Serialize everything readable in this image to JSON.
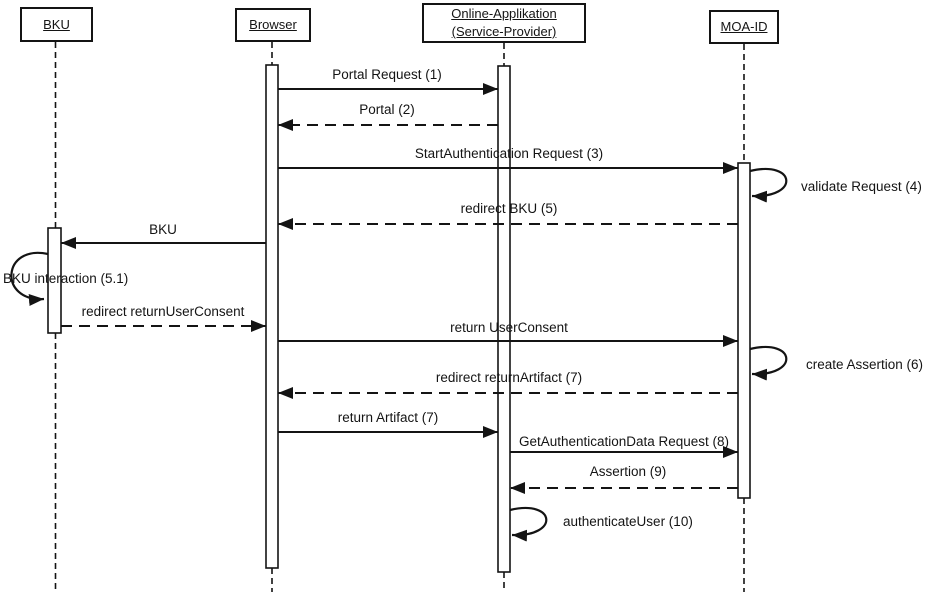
{
  "diagram_type": "uml-sequence-diagram",
  "colors": {
    "line": "#141414",
    "background": "#ffffff"
  },
  "actors": [
    {
      "label": "BKU"
    },
    {
      "label": "Browser"
    },
    {
      "label": "Online-Applikation (Service-Provider)"
    },
    {
      "label": "MOA-ID"
    }
  ],
  "messages": [
    {
      "label": "Portal Request (1)",
      "from": "Browser",
      "to": "Online-Applikation (Service-Provider)",
      "style": "solid"
    },
    {
      "label": "Portal (2)",
      "from": "Online-Applikation (Service-Provider)",
      "to": "Browser",
      "style": "dashed"
    },
    {
      "label": "StartAuthentication Request (3)",
      "from": "Browser",
      "to": "MOA-ID",
      "style": "solid"
    },
    {
      "label": "validate Request (4)",
      "from": "MOA-ID",
      "to": "MOA-ID",
      "style": "self"
    },
    {
      "label": "redirect BKU (5)",
      "from": "MOA-ID",
      "to": "Browser",
      "style": "dashed"
    },
    {
      "label": "BKU",
      "from": "Browser",
      "to": "BKU",
      "style": "solid"
    },
    {
      "label": "BKU interaction (5.1)",
      "from": "BKU",
      "to": "BKU",
      "style": "self"
    },
    {
      "label": "redirect returnUserConsent",
      "from": "BKU",
      "to": "Browser",
      "style": "dashed"
    },
    {
      "label": "return UserConsent",
      "from": "Browser",
      "to": "MOA-ID",
      "style": "solid"
    },
    {
      "label": "create Assertion (6)",
      "from": "MOA-ID",
      "to": "MOA-ID",
      "style": "self"
    },
    {
      "label": "redirect returnArtifact (7)",
      "from": "MOA-ID",
      "to": "Browser",
      "style": "dashed"
    },
    {
      "label": "return Artifact (7)",
      "from": "Browser",
      "to": "Online-Applikation (Service-Provider)",
      "style": "solid"
    },
    {
      "label": "GetAuthenticationData Request (8)",
      "from": "Online-Applikation (Service-Provider)",
      "to": "MOA-ID",
      "style": "solid"
    },
    {
      "label": "Assertion (9)",
      "from": "MOA-ID",
      "to": "Online-Applikation (Service-Provider)",
      "style": "dashed"
    },
    {
      "label": "authenticateUser (10)",
      "from": "Online-Applikation (Service-Provider)",
      "to": "Online-Applikation (Service-Provider)",
      "style": "self"
    }
  ]
}
